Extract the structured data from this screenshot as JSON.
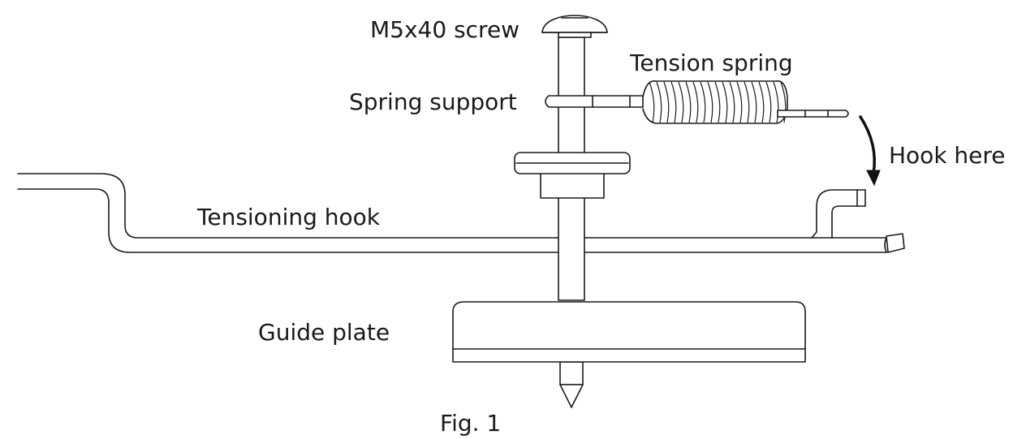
{
  "labels": {
    "screw": "M5x40 screw",
    "spring": "Tension spring",
    "support": "Spring support",
    "hook_here": "Hook here",
    "tensioning_hook": "Tensioning hook",
    "guide_plate": "Guide plate",
    "figure": "Fig. 1"
  },
  "icons": {
    "arrow": "curved-arrow-icon"
  }
}
